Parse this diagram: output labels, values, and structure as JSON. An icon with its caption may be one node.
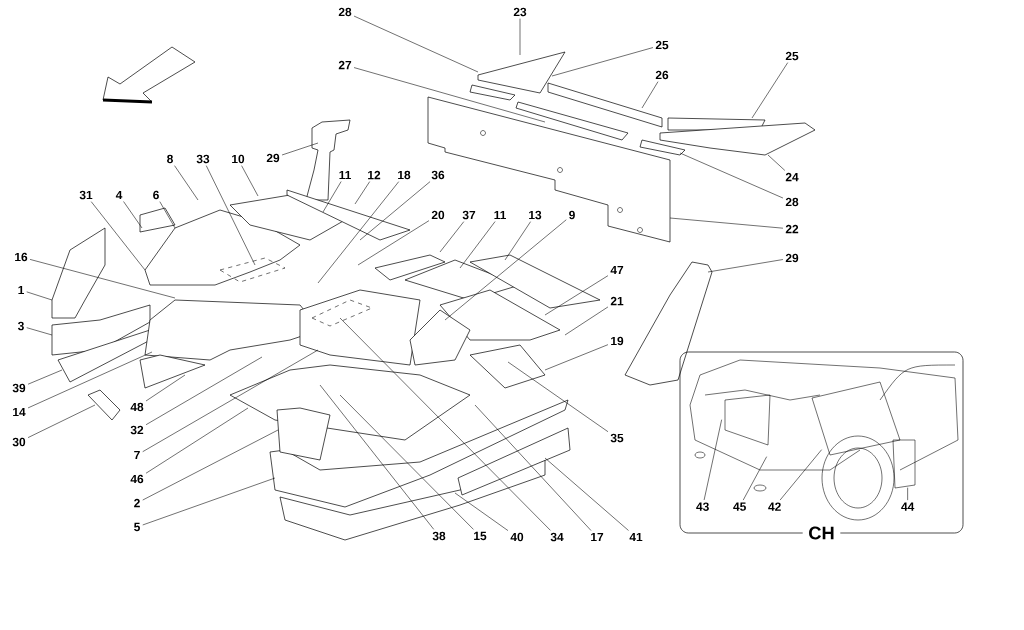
{
  "diagram": {
    "nodes": [
      {
        "text": [
          "28"
        ]
      },
      {
        "text": [
          "23"
        ]
      },
      {
        "text": [
          "25"
        ]
      },
      {
        "text": [
          "25"
        ]
      },
      {
        "text": [
          "27"
        ]
      },
      {
        "text": [
          "26"
        ]
      },
      {
        "text": [
          "29"
        ]
      },
      {
        "text": [
          "8"
        ]
      },
      {
        "text": [
          "33"
        ]
      },
      {
        "text": [
          "10"
        ]
      },
      {
        "text": [
          "24"
        ]
      },
      {
        "text": [
          "11"
        ]
      },
      {
        "text": [
          "12"
        ]
      },
      {
        "text": [
          "18"
        ]
      },
      {
        "text": [
          "36"
        ]
      },
      {
        "text": [
          "31"
        ]
      },
      {
        "text": [
          "4"
        ]
      },
      {
        "text": [
          "6"
        ]
      },
      {
        "text": [
          "28"
        ]
      },
      {
        "text": [
          "20"
        ]
      },
      {
        "text": [
          "37"
        ]
      },
      {
        "text": [
          "11"
        ]
      },
      {
        "text": [
          "13"
        ]
      },
      {
        "text": [
          "9"
        ]
      },
      {
        "text": [
          "22"
        ]
      },
      {
        "text": [
          "16"
        ]
      },
      {
        "text": [
          "29"
        ]
      },
      {
        "text": [
          "47"
        ]
      },
      {
        "text": [
          "1"
        ]
      },
      {
        "text": [
          "21"
        ]
      },
      {
        "text": [
          "3"
        ]
      },
      {
        "text": [
          "19"
        ]
      },
      {
        "text": [
          "39"
        ]
      },
      {
        "text": [
          "48"
        ]
      },
      {
        "text": [
          "14"
        ]
      },
      {
        "text": [
          "32"
        ]
      },
      {
        "text": [
          "35"
        ]
      },
      {
        "text": [
          "30"
        ]
      },
      {
        "text": [
          "7"
        ]
      },
      {
        "text": [
          "46"
        ]
      },
      {
        "text": [
          "2"
        ]
      },
      {
        "text": [
          "5"
        ]
      },
      {
        "text": [
          "38"
        ]
      },
      {
        "text": [
          "15"
        ]
      },
      {
        "text": [
          "40"
        ]
      },
      {
        "text": [
          "34"
        ]
      },
      {
        "text": [
          "17"
        ]
      },
      {
        "text": [
          "41"
        ]
      },
      {
        "text": [
          "CH"
        ]
      },
      {
        "text": [
          "43"
        ],
        "in": 48
      },
      {
        "text": [
          "45"
        ],
        "in": 48
      },
      {
        "text": [
          "42"
        ],
        "in": 48
      },
      {
        "text": [
          "44"
        ],
        "in": 48
      }
    ],
    "edges": [
      {
        "from": 0,
        "to": null,
        "arrow": "none"
      },
      {
        "from": 1,
        "to": null,
        "arrow": "none"
      },
      {
        "from": 2,
        "to": null,
        "arrow": "none"
      },
      {
        "from": 3,
        "to": null,
        "arrow": "none"
      },
      {
        "from": 4,
        "to": null,
        "arrow": "none"
      },
      {
        "from": 5,
        "to": null,
        "arrow": "none"
      },
      {
        "from": 6,
        "to": null,
        "arrow": "none"
      },
      {
        "from": 7,
        "to": null,
        "arrow": "none"
      },
      {
        "from": 8,
        "to": null,
        "arrow": "none"
      },
      {
        "from": 9,
        "to": null,
        "arrow": "none"
      },
      {
        "from": 10,
        "to": null,
        "arrow": "none"
      },
      {
        "from": 11,
        "to": null,
        "arrow": "none"
      },
      {
        "from": 12,
        "to": null,
        "arrow": "none"
      },
      {
        "from": 13,
        "to": null,
        "arrow": "none"
      },
      {
        "from": 14,
        "to": null,
        "arrow": "none"
      },
      {
        "from": 15,
        "to": null,
        "arrow": "none"
      },
      {
        "from": 16,
        "to": null,
        "arrow": "none"
      },
      {
        "from": 17,
        "to": null,
        "arrow": "none"
      },
      {
        "from": 18,
        "to": null,
        "arrow": "none"
      },
      {
        "from": 19,
        "to": null,
        "arrow": "none"
      },
      {
        "from": 20,
        "to": null,
        "arrow": "none"
      },
      {
        "from": 21,
        "to": null,
        "arrow": "none"
      },
      {
        "from": 22,
        "to": null,
        "arrow": "none"
      },
      {
        "from": 23,
        "to": null,
        "arrow": "none"
      },
      {
        "from": 24,
        "to": null,
        "arrow": "none"
      },
      {
        "from": 25,
        "to": null,
        "arrow": "none"
      },
      {
        "from": 26,
        "to": null,
        "arrow": "none"
      },
      {
        "from": 27,
        "to": null,
        "arrow": "none"
      },
      {
        "from": 28,
        "to": null,
        "arrow": "none"
      },
      {
        "from": 29,
        "to": null,
        "arrow": "none"
      },
      {
        "from": 30,
        "to": null,
        "arrow": "none"
      },
      {
        "from": 31,
        "to": null,
        "arrow": "none"
      },
      {
        "from": 32,
        "to": null,
        "arrow": "none"
      },
      {
        "from": 33,
        "to": null,
        "arrow": "none"
      },
      {
        "from": 34,
        "to": null,
        "arrow": "none"
      },
      {
        "from": 35,
        "to": null,
        "arrow": "none"
      },
      {
        "from": 36,
        "to": null,
        "arrow": "none"
      },
      {
        "from": 37,
        "to": null,
        "arrow": "none"
      },
      {
        "from": 38,
        "to": null,
        "arrow": "none"
      },
      {
        "from": 39,
        "to": null,
        "arrow": "none"
      },
      {
        "from": 40,
        "to": null,
        "arrow": "none"
      },
      {
        "from": 41,
        "to": null,
        "arrow": "none"
      },
      {
        "from": 42,
        "to": null,
        "arrow": "none"
      },
      {
        "from": 43,
        "to": null,
        "arrow": "none"
      },
      {
        "from": 44,
        "to": null,
        "arrow": "none"
      },
      {
        "from": 45,
        "to": null,
        "arrow": "none"
      },
      {
        "from": 46,
        "to": null,
        "arrow": "none"
      },
      {
        "from": 47,
        "to": null,
        "arrow": "none"
      },
      {
        "from": 49,
        "to": null,
        "arrow": "none"
      },
      {
        "from": 50,
        "to": null,
        "arrow": "none"
      },
      {
        "from": 51,
        "to": null,
        "arrow": "none"
      },
      {
        "from": 52,
        "to": null,
        "arrow": "none"
      }
    ]
  }
}
